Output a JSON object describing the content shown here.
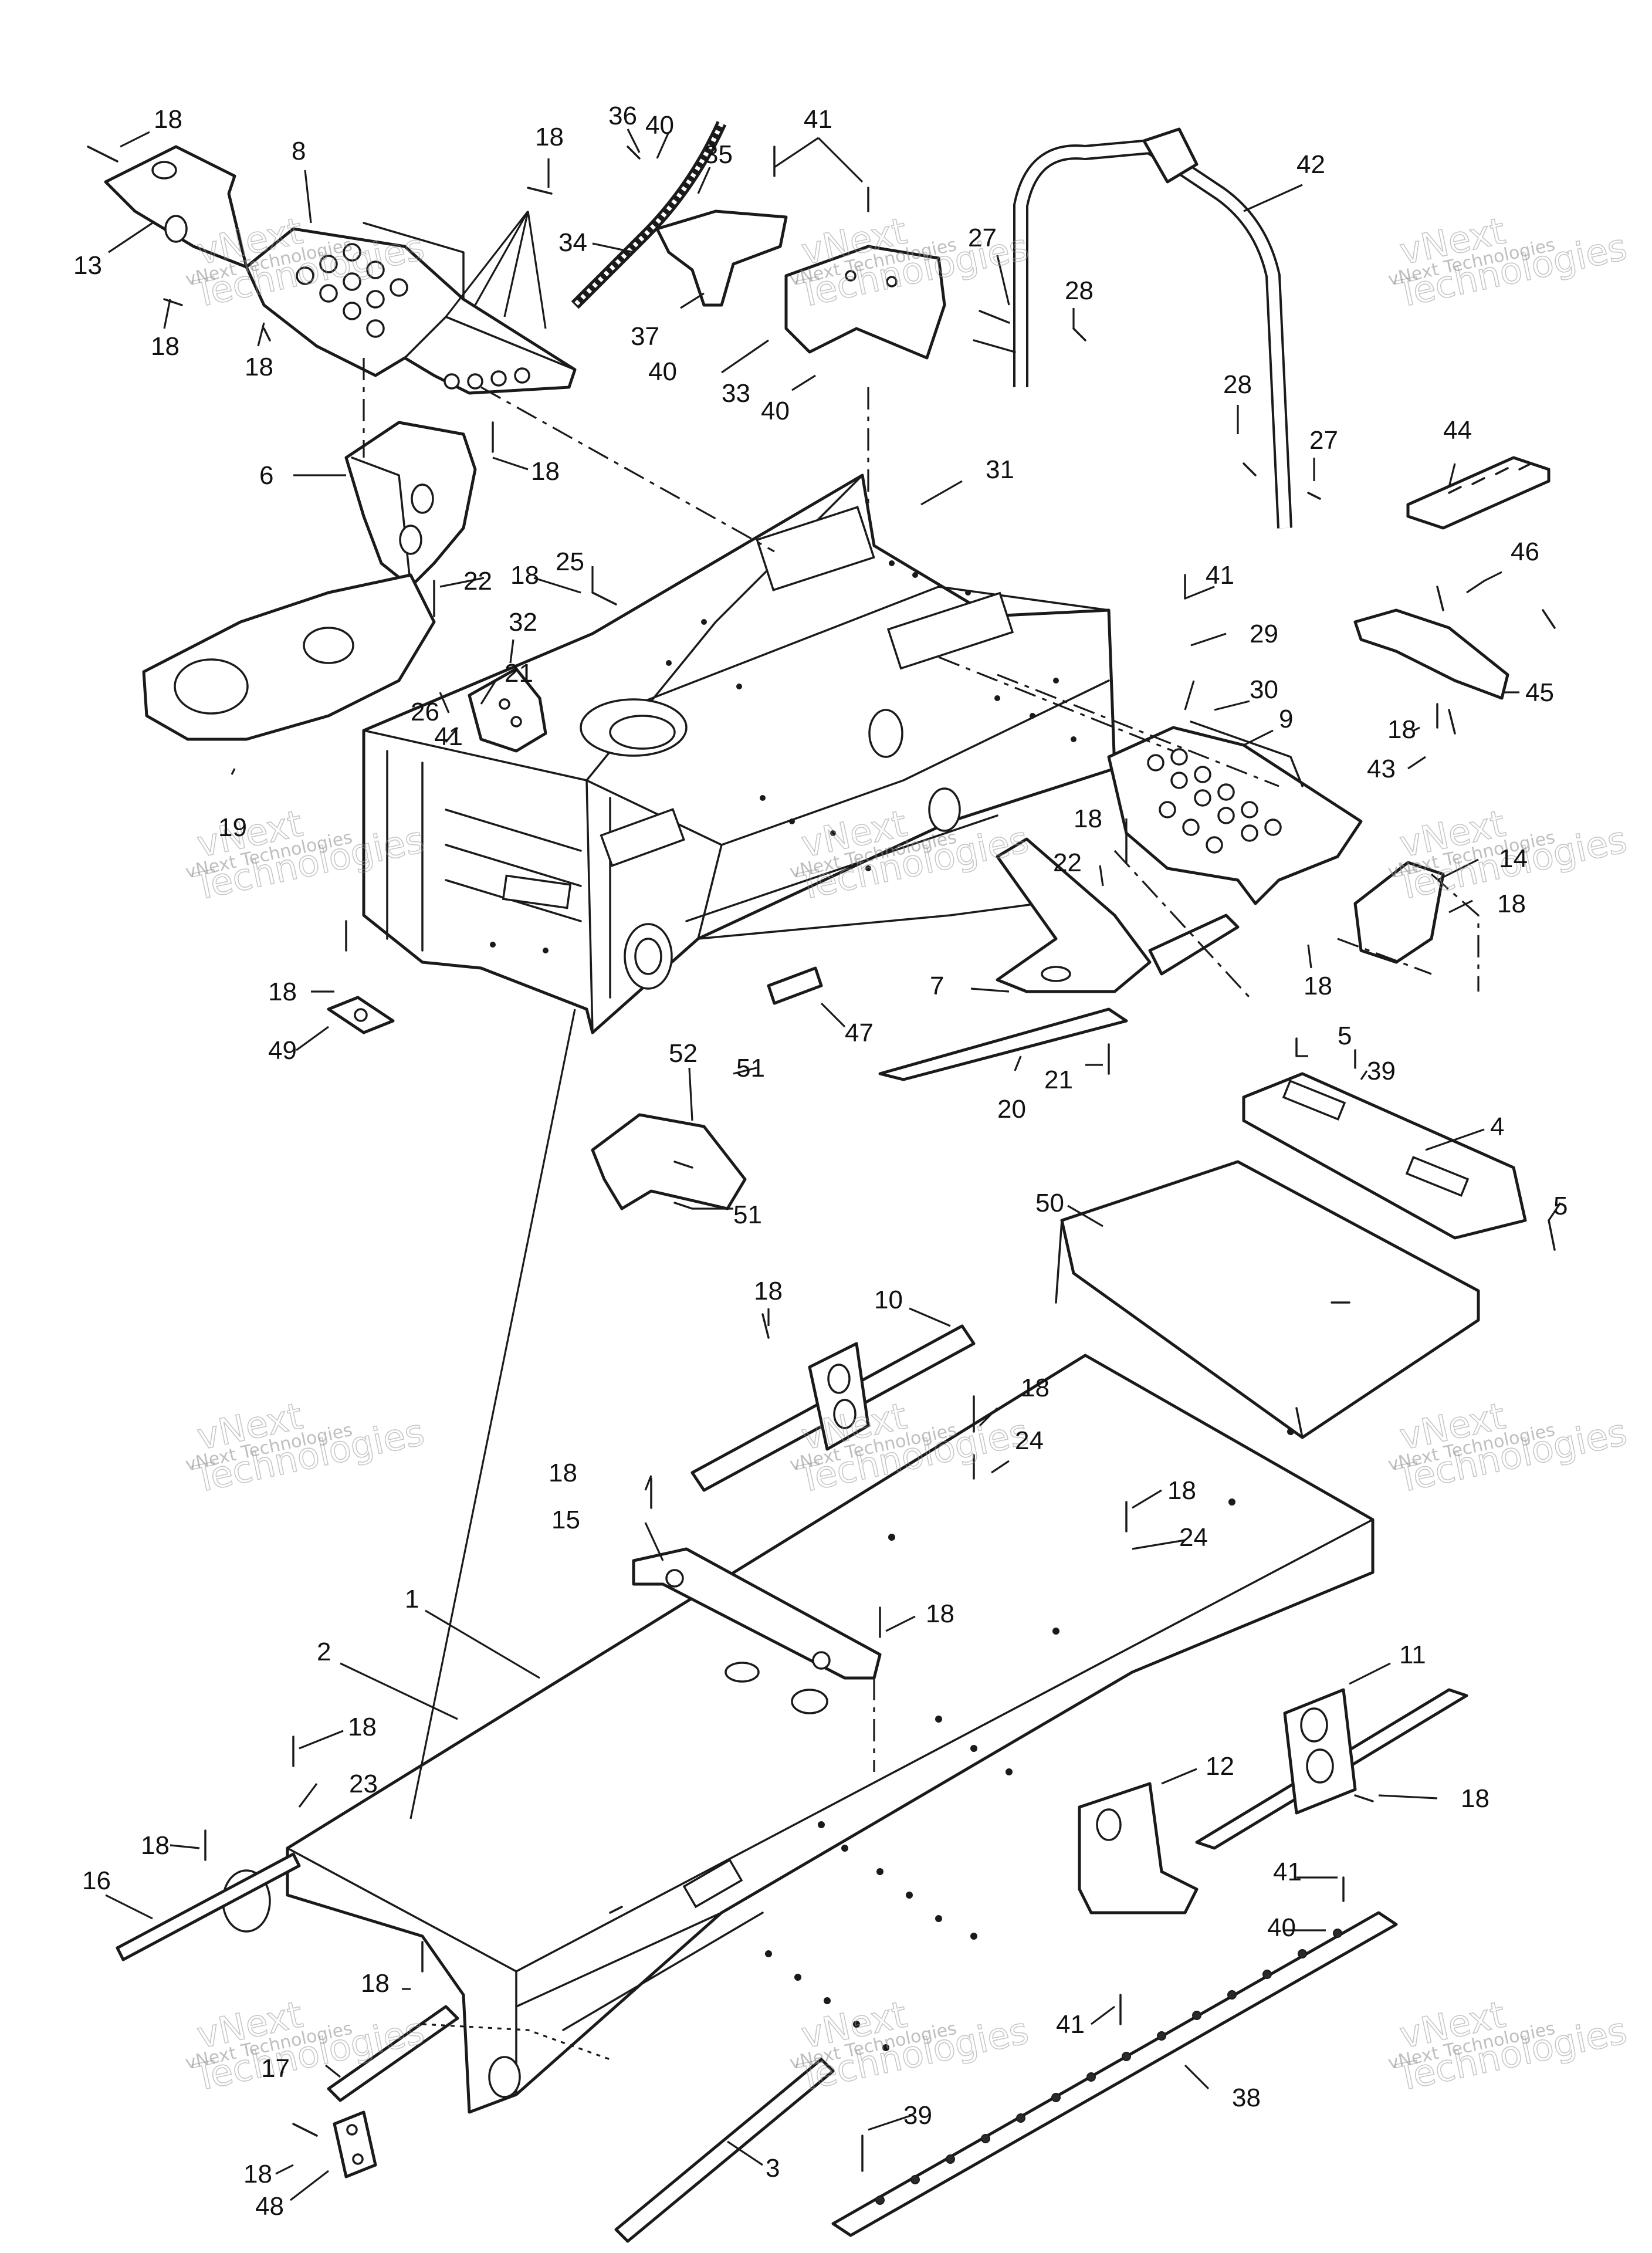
{
  "figure_code": "",
  "watermark": {
    "line1": "vNext",
    "line2": "Technologies",
    "small": "vNext Technologies"
  },
  "callouts": [
    {
      "id": "c01",
      "text": "18"
    },
    {
      "id": "c02",
      "text": "8"
    },
    {
      "id": "c03",
      "text": "18"
    },
    {
      "id": "c04",
      "text": "36"
    },
    {
      "id": "c05",
      "text": "40"
    },
    {
      "id": "c06",
      "text": "35"
    },
    {
      "id": "c07",
      "text": "41"
    },
    {
      "id": "c08",
      "text": "42"
    },
    {
      "id": "c09",
      "text": "13"
    },
    {
      "id": "c10",
      "text": "34"
    },
    {
      "id": "c11",
      "text": "27"
    },
    {
      "id": "c12",
      "text": "28"
    },
    {
      "id": "c13",
      "text": "18"
    },
    {
      "id": "c14",
      "text": "18"
    },
    {
      "id": "c15",
      "text": "37"
    },
    {
      "id": "c16",
      "text": "40"
    },
    {
      "id": "c17",
      "text": "33"
    },
    {
      "id": "c18",
      "text": "40"
    },
    {
      "id": "c19",
      "text": "28"
    },
    {
      "id": "c20",
      "text": "44"
    },
    {
      "id": "c21",
      "text": "6"
    },
    {
      "id": "c22",
      "text": "18"
    },
    {
      "id": "c23",
      "text": "27"
    },
    {
      "id": "c24",
      "text": "31"
    },
    {
      "id": "c25",
      "text": "46"
    },
    {
      "id": "c26",
      "text": "18"
    },
    {
      "id": "c27",
      "text": "25"
    },
    {
      "id": "c28",
      "text": "22"
    },
    {
      "id": "c29",
      "text": "41"
    },
    {
      "id": "c30",
      "text": "29"
    },
    {
      "id": "c31",
      "text": "32"
    },
    {
      "id": "c32",
      "text": "30"
    },
    {
      "id": "c33",
      "text": "45"
    },
    {
      "id": "c34",
      "text": "21"
    },
    {
      "id": "c35",
      "text": "26"
    },
    {
      "id": "c36",
      "text": "9"
    },
    {
      "id": "c37",
      "text": "18"
    },
    {
      "id": "c38",
      "text": "41"
    },
    {
      "id": "c39",
      "text": "43"
    },
    {
      "id": "c40",
      "text": "19"
    },
    {
      "id": "c41",
      "text": "18"
    },
    {
      "id": "c42",
      "text": "14"
    },
    {
      "id": "c43",
      "text": "22"
    },
    {
      "id": "c44",
      "text": "18"
    },
    {
      "id": "c45",
      "text": "18"
    },
    {
      "id": "c46",
      "text": "7"
    },
    {
      "id": "c47",
      "text": "18"
    },
    {
      "id": "c48",
      "text": "49"
    },
    {
      "id": "c49",
      "text": "47"
    },
    {
      "id": "c50",
      "text": "5"
    },
    {
      "id": "c51",
      "text": "39"
    },
    {
      "id": "c52",
      "text": "52"
    },
    {
      "id": "c53",
      "text": "51"
    },
    {
      "id": "c54",
      "text": "21"
    },
    {
      "id": "c55",
      "text": "20"
    },
    {
      "id": "c56",
      "text": "4"
    },
    {
      "id": "c57",
      "text": "50"
    },
    {
      "id": "c58",
      "text": "51"
    },
    {
      "id": "c59",
      "text": "5"
    },
    {
      "id": "c60",
      "text": "18"
    },
    {
      "id": "c61",
      "text": "10"
    },
    {
      "id": "c62",
      "text": "18"
    },
    {
      "id": "c63",
      "text": "24"
    },
    {
      "id": "c64",
      "text": "18"
    },
    {
      "id": "c65",
      "text": "18"
    },
    {
      "id": "c66",
      "text": "15"
    },
    {
      "id": "c67",
      "text": "24"
    },
    {
      "id": "c68",
      "text": "1"
    },
    {
      "id": "c69",
      "text": "18"
    },
    {
      "id": "c70",
      "text": "2"
    },
    {
      "id": "c71",
      "text": "11"
    },
    {
      "id": "c72",
      "text": "18"
    },
    {
      "id": "c73",
      "text": "12"
    },
    {
      "id": "c74",
      "text": "23"
    },
    {
      "id": "c75",
      "text": "18"
    },
    {
      "id": "c76",
      "text": "18"
    },
    {
      "id": "c77",
      "text": "16"
    },
    {
      "id": "c78",
      "text": "41"
    },
    {
      "id": "c79",
      "text": "40"
    },
    {
      "id": "c80",
      "text": "18"
    },
    {
      "id": "c81",
      "text": "17"
    },
    {
      "id": "c82",
      "text": "41"
    },
    {
      "id": "c83",
      "text": "38"
    },
    {
      "id": "c84",
      "text": "39"
    },
    {
      "id": "c85",
      "text": "3"
    },
    {
      "id": "c86",
      "text": "18"
    },
    {
      "id": "c87",
      "text": "48"
    }
  ]
}
